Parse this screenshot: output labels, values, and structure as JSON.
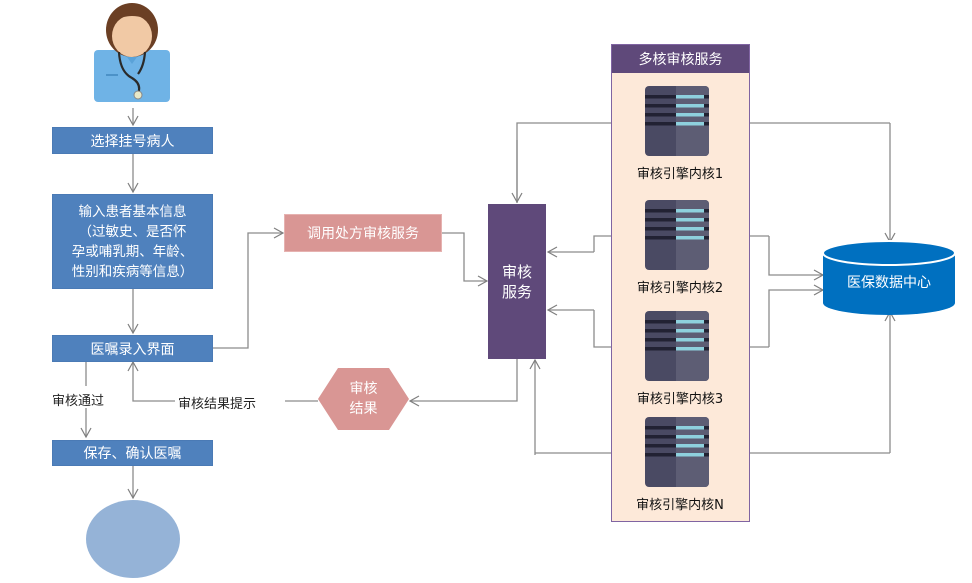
{
  "doctor": {
    "icon": "doctor-icon"
  },
  "left_flow": {
    "select_patient": "选择挂号病人",
    "input_info": [
      "输入患者基本信息",
      "（过敏史、是否怀",
      "孕或哺乳期、年龄、",
      "性别和疾病等信息）"
    ],
    "order_entry": "医嘱录入界面",
    "audit_pass": "审核通过",
    "save_confirm": "保存、确认医嘱",
    "end_node": ""
  },
  "middle": {
    "call_service": "调用处方审核服务",
    "audit_result_hint": "审核结果提示",
    "audit_result": [
      "审核",
      "结果"
    ],
    "audit_service": [
      "审核",
      "服务"
    ]
  },
  "multicore": {
    "title": "多核审核服务",
    "cores": [
      {
        "label": "审核引擎内核1"
      },
      {
        "label": "审核引擎内核2"
      },
      {
        "label": "审核引擎内核3"
      },
      {
        "label": "审核引擎内核N"
      }
    ]
  },
  "data_center": {
    "label": "医保数据中心"
  },
  "colors": {
    "flow_blue": "#4f81bd",
    "service_pink": "#d99694",
    "service_purple": "#5f497a",
    "multicore_bg": "#fde9d9",
    "database_blue": "#0070c0",
    "end_circle": "#95b3d7",
    "connector_gray": "#7f7f7f"
  }
}
